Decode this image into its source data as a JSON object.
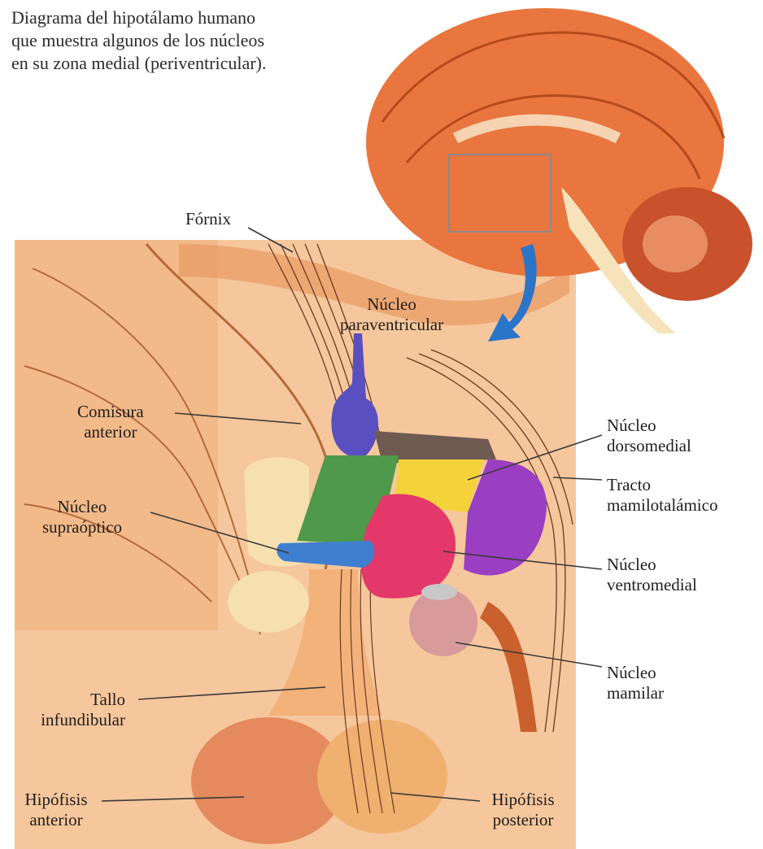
{
  "caption": {
    "line1": "Diagrama del hipotálamo humano",
    "line2": "que muestra algunos de los núcleos",
    "line3": "en su zona medial (periventricular)."
  },
  "labels": {
    "fornix": "Fórnix",
    "paraventricular": [
      "Núcleo",
      "paraventricular"
    ],
    "comisura": [
      "Comisura",
      "anterior"
    ],
    "dorsomedial": [
      "Núcleo",
      "dorsomedial"
    ],
    "tracto": [
      "Tracto",
      "mamilotalámico"
    ],
    "supraoptico": [
      "Núcleo",
      "supraóptico"
    ],
    "ventromedial": [
      "Núcleo",
      "ventromedial"
    ],
    "mamilar": [
      "Núcleo",
      "mamilar"
    ],
    "tallo": [
      "Tallo",
      "infundibular"
    ],
    "hipofisis_anterior": [
      "Hipófisis",
      "anterior"
    ],
    "hipofisis_posterior": [
      "Hipófisis",
      "posterior"
    ]
  },
  "colors": {
    "panel": "#f6c79c",
    "brain": "#e8763e",
    "paraventricular": "#5a4fc0",
    "supraoptico": "#3f7fcf",
    "green_nucleus": "#4f9a4a",
    "dorsomedial": "#f3d23a",
    "ventromedial": "#e4376a",
    "posterior_nucleus": "#9b3fc2",
    "mamilar": "#d89a9a",
    "arrow": "#2a74c9"
  }
}
